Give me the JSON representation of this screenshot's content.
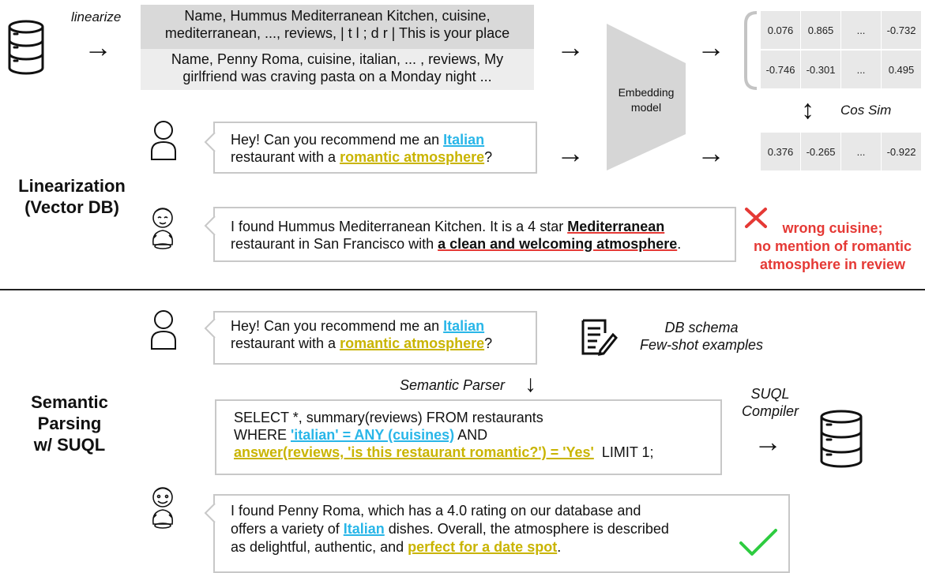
{
  "top": {
    "linearize_label": "linearize",
    "doc1": [
      "Name, Hummus Mediterranean Kitchen, cuisine,",
      "mediterranean, ..., reviews, | t l ; d r | This is your place"
    ],
    "doc2": [
      "Name, Penny Roma, cuisine, italian, ... , reviews, My",
      "girlfriend was craving pasta on a Monday night ..."
    ],
    "embedding_label": [
      "Embedding",
      "model"
    ],
    "vec1": [
      "0.076",
      "0.865",
      "...",
      "-0.732"
    ],
    "vec2": [
      "-0.746",
      "-0.301",
      "...",
      "0.495"
    ],
    "vec3": [
      "0.376",
      "-0.265",
      "...",
      "-0.922"
    ],
    "cos_sim": "Cos Sim",
    "user_q": {
      "pre": "Hey! Can you recommend me an ",
      "italian": "Italian",
      "mid": "restaurant with a ",
      "romantic": "romantic atmosphere",
      "end": "?"
    },
    "bot_a": {
      "pre": "I found Hummus Mediterranean Kitchen. It is a 4 star ",
      "med": "Mediterranean",
      "mid": "restaurant in San Francisco with ",
      "clean": "a clean and welcoming atmosphere",
      "end": "."
    },
    "error_lines": [
      "wrong cuisine;",
      "no mention of romantic",
      "atmosphere in review"
    ],
    "section_label": [
      "Linearization",
      "(Vector DB)"
    ]
  },
  "bottom": {
    "user_q": {
      "pre": "Hey! Can you recommend me an ",
      "italian": "Italian",
      "mid": "restaurant with a ",
      "romantic": "romantic atmosphere",
      "end": "?"
    },
    "schema_lines": [
      "DB schema",
      "Few-shot examples"
    ],
    "parser_label": "Semantic Parser",
    "sql": {
      "line1": "SELECT *, summary(reviews) FROM restaurants",
      "where": "WHERE ",
      "cond1": "'italian' = ANY (cuisines)",
      "and": " AND",
      "cond2": "answer(reviews, 'is this restaurant romantic?') = 'Yes'",
      "limit": "  LIMIT 1;"
    },
    "compiler_label": [
      "SUQL",
      "Compiler"
    ],
    "bot_a": {
      "line1": "I found Penny Roma, which has a 4.0 rating on our database and",
      "pre2": "offers a variety of ",
      "italian": "Italian",
      "post2": " dishes. Overall, the atmosphere is described",
      "pre3": "as delightful, authentic, and ",
      "perfect": "perfect for a date spot",
      "end": "."
    },
    "section_label": [
      "Semantic",
      "Parsing",
      "w/ SUQL"
    ]
  },
  "colors": {
    "blue": "#29b6e8",
    "yellow": "#c9b400",
    "red": "#e53935",
    "green": "#2ecc40",
    "gray": "#e8e8e8"
  }
}
